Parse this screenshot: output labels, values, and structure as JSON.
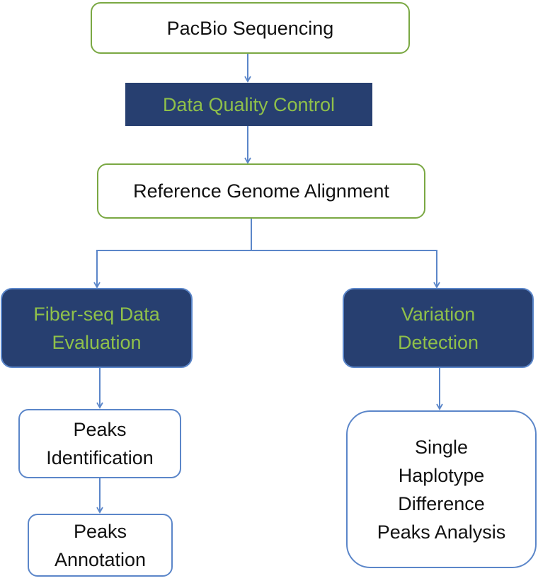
{
  "colors": {
    "connector": "#5b86c9",
    "green_outline": "#7aa843",
    "blue_outline": "#5b86c9",
    "dark_fill": "#273f70",
    "green_text": "#8fc04a",
    "black_text": "#111111"
  },
  "nodes": {
    "pacbio": {
      "label": "PacBio Sequencing"
    },
    "qc": {
      "label": "Data Quality Control"
    },
    "alignment": {
      "label": "Reference Genome Alignment"
    },
    "fiberseq": {
      "label": "Fiber-seq Data\nEvaluation"
    },
    "variation": {
      "label": "Variation\nDetection"
    },
    "peaks_id": {
      "label": "Peaks\nIdentification"
    },
    "peaks_annot": {
      "label": "Peaks\nAnnotation"
    },
    "single_haplotype": {
      "label": "Single\nHaplotype\nDifference\nPeaks Analysis"
    }
  },
  "edges": [
    {
      "from": "pacbio",
      "to": "qc"
    },
    {
      "from": "qc",
      "to": "alignment"
    },
    {
      "from": "alignment",
      "to": "fiberseq"
    },
    {
      "from": "alignment",
      "to": "variation"
    },
    {
      "from": "fiberseq",
      "to": "peaks_id"
    },
    {
      "from": "peaks_id",
      "to": "peaks_annot"
    },
    {
      "from": "variation",
      "to": "single_haplotype"
    }
  ]
}
